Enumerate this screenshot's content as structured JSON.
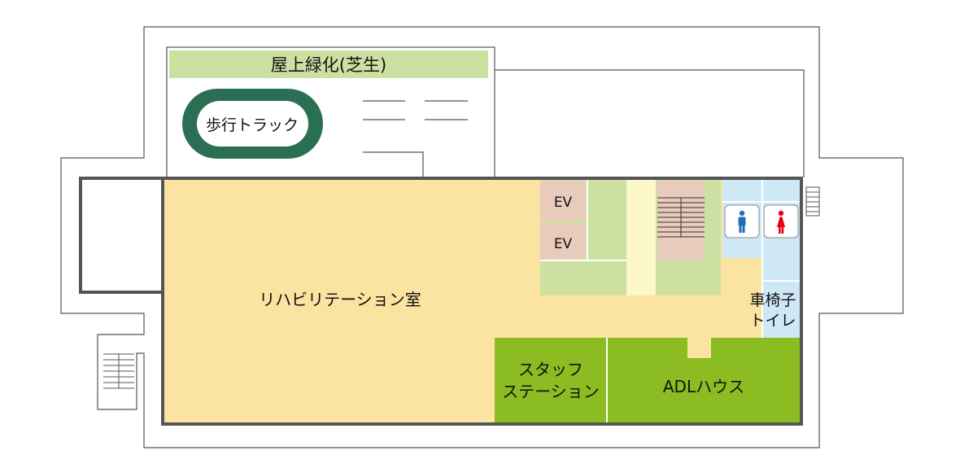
{
  "rooftop": {
    "title": "屋上緑化(芝生)",
    "track_label": "歩行トラック"
  },
  "rooms": {
    "rehab": "リハビリテーション室",
    "ev1": "EV",
    "ev2": "EV",
    "wheelchair_toilet_line1": "車椅子",
    "wheelchair_toilet_line2": "トイレ",
    "staff_line1": "スタッフ",
    "staff_line2": "ステーション",
    "adl": "ADLハウス"
  },
  "toilet_icons": {
    "men": "male-toilet-icon",
    "women": "female-toilet-icon",
    "men_color": "#1f6fb8",
    "women_color": "#e60012"
  },
  "colors": {
    "rehab_floor": "#fbe3a1",
    "lawn": "#cce1a1",
    "track": "#2a6f54",
    "staff_adl": "#8bbc21",
    "ev": "#e8cbbb",
    "corridor": "#fbf7c8",
    "toilet": "#cfe8f6",
    "wall": "#555555"
  }
}
